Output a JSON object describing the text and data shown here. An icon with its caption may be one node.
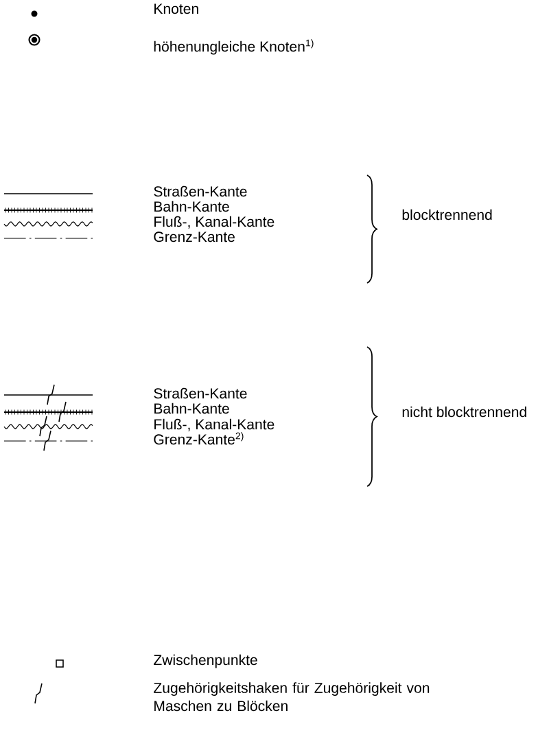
{
  "diagram": {
    "labels": [
      "blocktrennend",
      "nicht blocktrennend"
    ],
    "legend": [
      {
        "text": "Knoten"
      },
      {
        "text": "höhenungleiche Knoten$^{1)}$"
      },
      {
        "text": "Straßen-Kante"
      },
      {
        "text": "Bahn-Kante"
      },
      {
        "text": "Fluß-, Kanal-Kante"
      },
      {
        "text": "Grenz-Kante"
      },
      {
        "text": "Straßen-Kante"
      },
      {
        "text": "Bahn-Kante"
      },
      {
        "text": "Fluß-, Kanal-Kante"
      },
      {
        "text": "Grenz-Kante$^{2)}$"
      },
      {
        "text": "Zwischenpunkte"
      },
      {
        "text": "Zugehörigkeitshaken für Zugehörigkeit von Maschen zu Blöcken"
      }
    ]
  }
}
